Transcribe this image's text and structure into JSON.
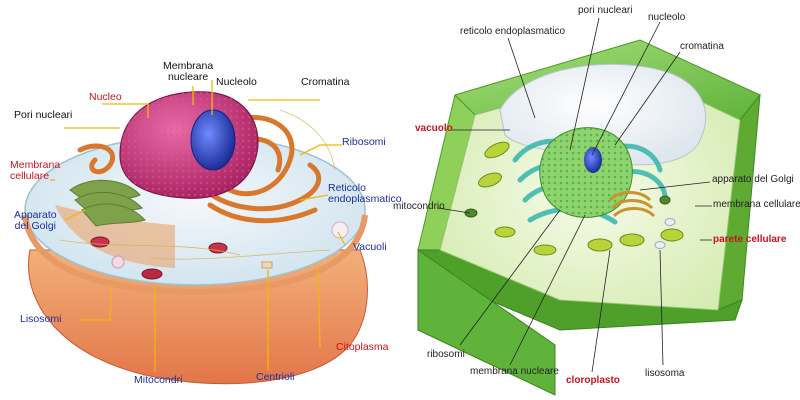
{
  "animal_cell": {
    "labels": {
      "membrana_nucleare": "Membrana\nnucleare",
      "nucleolo": "Nucleolo",
      "cromatina": "Cromatina",
      "nucleo": "Nucleo",
      "pori_nucleari": "Pori nucleari",
      "ribosomi": "Ribosomi",
      "membrana_cellulare": "Membrana\ncellulare",
      "reticolo_endoplasmatico": "Reticolo\nendoplasmatico",
      "apparato_golgi": "Apparato\ndel Golgi",
      "vacuoli": "Vacuoli",
      "lisosomi": "Lisosomi",
      "citoplasma": "Citoplasma",
      "mitocondri": "Mitocondri",
      "centrioli": "Centrioli"
    },
    "colors": {
      "red_label": "#c8141e",
      "blue_label": "#1c2fa0",
      "leader": "#f2b705"
    }
  },
  "plant_cell": {
    "labels": {
      "pori_nucleari": "pori nucleari",
      "nucleolo": "nucleolo",
      "reticolo_endoplasmatico": "reticolo endoplasmatico",
      "cromatina": "cromatina",
      "vacuolo": "vacuolo",
      "apparato_golgi": "apparato del Golgi",
      "mitocondrio": "mitocondrio",
      "membrana_cellulare": "membrana cellulare",
      "parete_cellulare": "parete cellulare",
      "ribosomi": "ribosomi",
      "membrana_nucleare": "membrana nucleare",
      "cloroplasto": "cloroplasto",
      "lisosoma": "lisosoma"
    },
    "colors": {
      "red_label": "#c8141e",
      "wall": "#6fbf3a",
      "leader": "#222222"
    }
  }
}
